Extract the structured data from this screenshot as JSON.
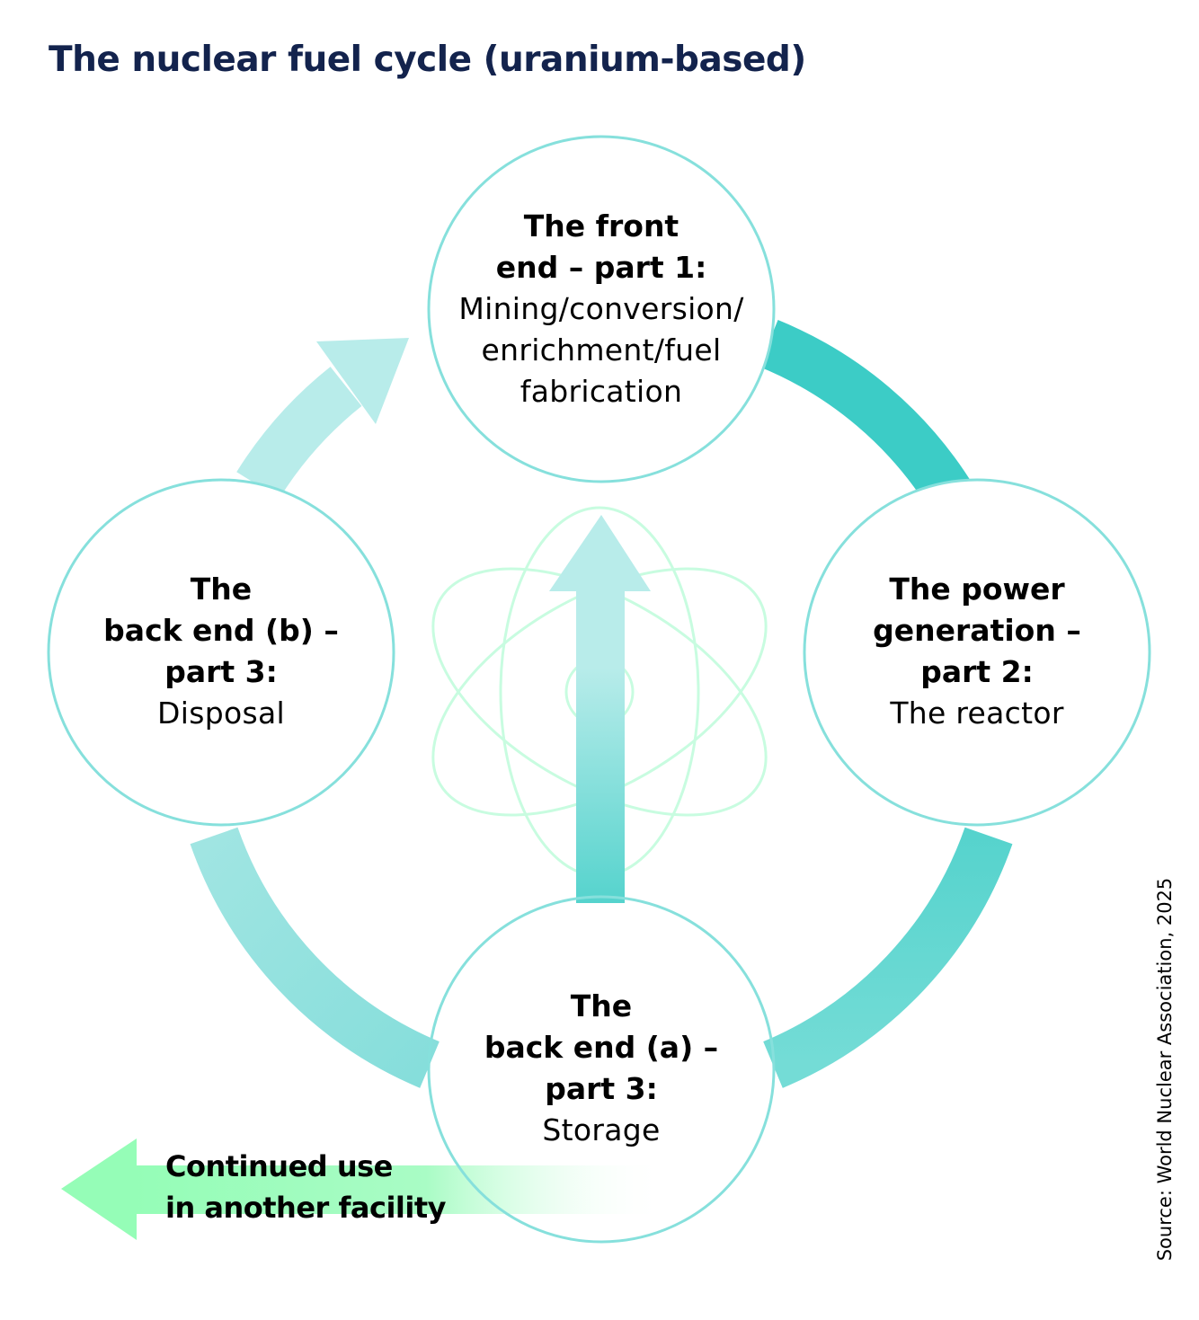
{
  "title": "The nuclear fuel cycle (uranium-based)",
  "colors": {
    "title": "#13234d",
    "circle_border": "#86e0dc",
    "arc_dark": "#36c8c3",
    "arc_mid": "#5dd6cf",
    "arc_light": "#8fe0dc",
    "arc_lightest": "#b8ecea",
    "atom_outline": "#c8fce0",
    "green_arrow": "#95fdb7"
  },
  "nodes": {
    "front_end": {
      "bold_lines": [
        "The front",
        "end – part 1:"
      ],
      "plain_lines": [
        "Mining/conversion/",
        "enrichment/fuel",
        "fabrication"
      ]
    },
    "power_generation": {
      "bold_lines": [
        "The power",
        "generation –",
        "part 2:"
      ],
      "plain_lines": [
        "The reactor"
      ]
    },
    "back_end_b": {
      "bold_lines": [
        "The",
        "back end (b) –",
        "part 3:"
      ],
      "plain_lines": [
        "Disposal"
      ]
    },
    "back_end_a": {
      "bold_lines": [
        "The",
        "back end (a) –",
        "part 3:"
      ],
      "plain_lines": [
        "Storage"
      ]
    }
  },
  "side_arrow": {
    "lines": [
      "Continued use",
      "in another facility"
    ],
    "icon": "arrow-left-icon"
  },
  "center": {
    "icon": "atom-icon",
    "arrow_icon": "arrow-up-icon"
  },
  "source": "Source: World Nuclear Association, 2025"
}
